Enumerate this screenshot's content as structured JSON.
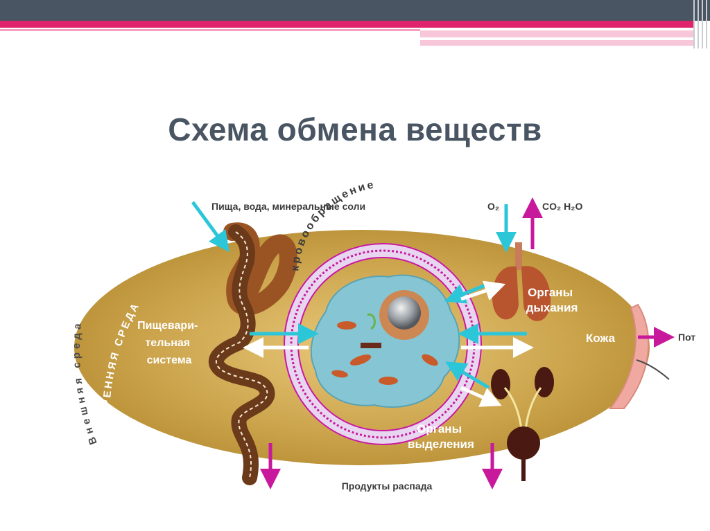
{
  "title": "Схема обмена веществ",
  "labels": {
    "food_input": "Пища, вода, минеральные соли",
    "o2": "O₂",
    "co2_h2o": "CO₂  H₂O",
    "circulation": "кровообращение",
    "outer_env": "Внешняя среда",
    "inner_env": "ВНУТРЕННЯЯ СРЕДА",
    "digestive_1": "Пищевари-",
    "digestive_2": "тельная",
    "digestive_3": "система",
    "respiratory_1": "Органы",
    "respiratory_2": "дыхания",
    "skin": "Кожа",
    "sweat": "Пот",
    "excretion_1": "Органы",
    "excretion_2": "выделения",
    "decay": "Продукты распада"
  },
  "colors": {
    "header_bar": "#4a5563",
    "accent_pink": "#e0236d",
    "ellipse_fill": "#caa24a",
    "arrow_cyan": "#2cc6d9",
    "arrow_magenta": "#c8189c",
    "circulation_ring": "#c8189c",
    "cell_fill": "#86c6d4"
  }
}
